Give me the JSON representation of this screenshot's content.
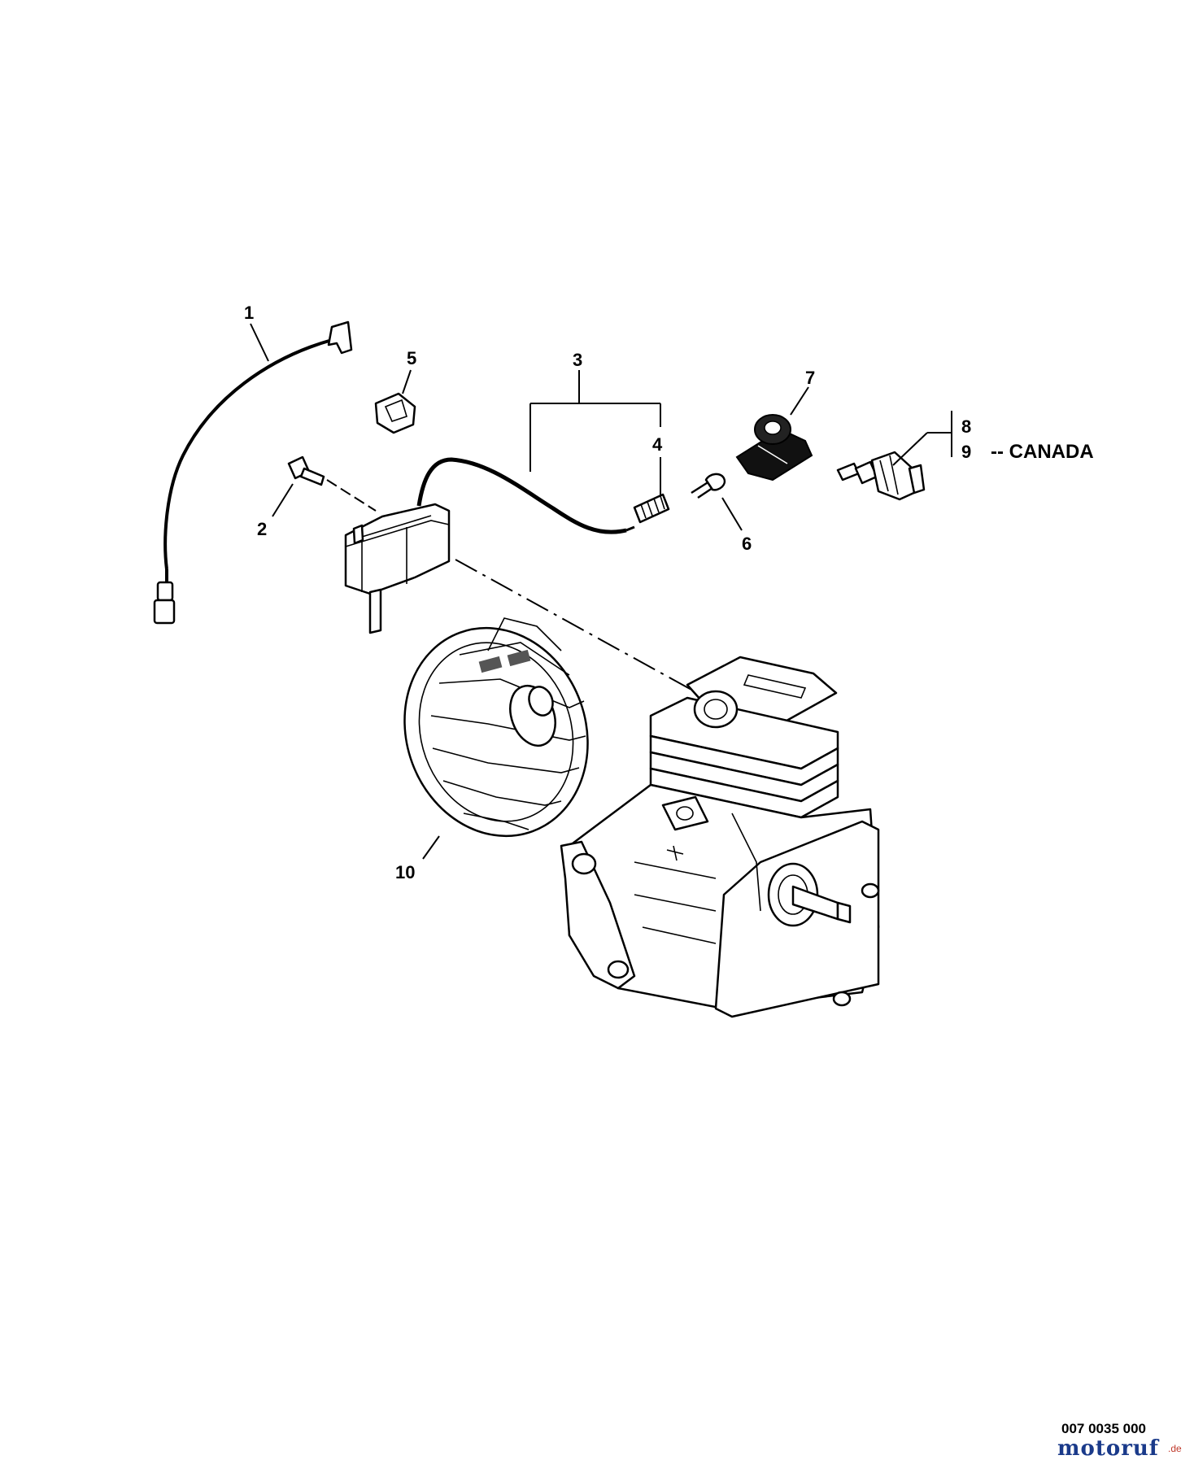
{
  "callouts": {
    "c1": "1",
    "c2": "2",
    "c3": "3",
    "c4": "4",
    "c5": "5",
    "c6": "6",
    "c7": "7",
    "c8": "8",
    "c9": "9",
    "c10": "10"
  },
  "notes": {
    "canada": "-- CANADA"
  },
  "footer": {
    "part_code": "007 0035 000",
    "watermark": "motoruf",
    "watermark_suffix": ".de"
  },
  "colors": {
    "line": "#000000",
    "background": "#ffffff",
    "watermark": "#1a3a8a"
  }
}
